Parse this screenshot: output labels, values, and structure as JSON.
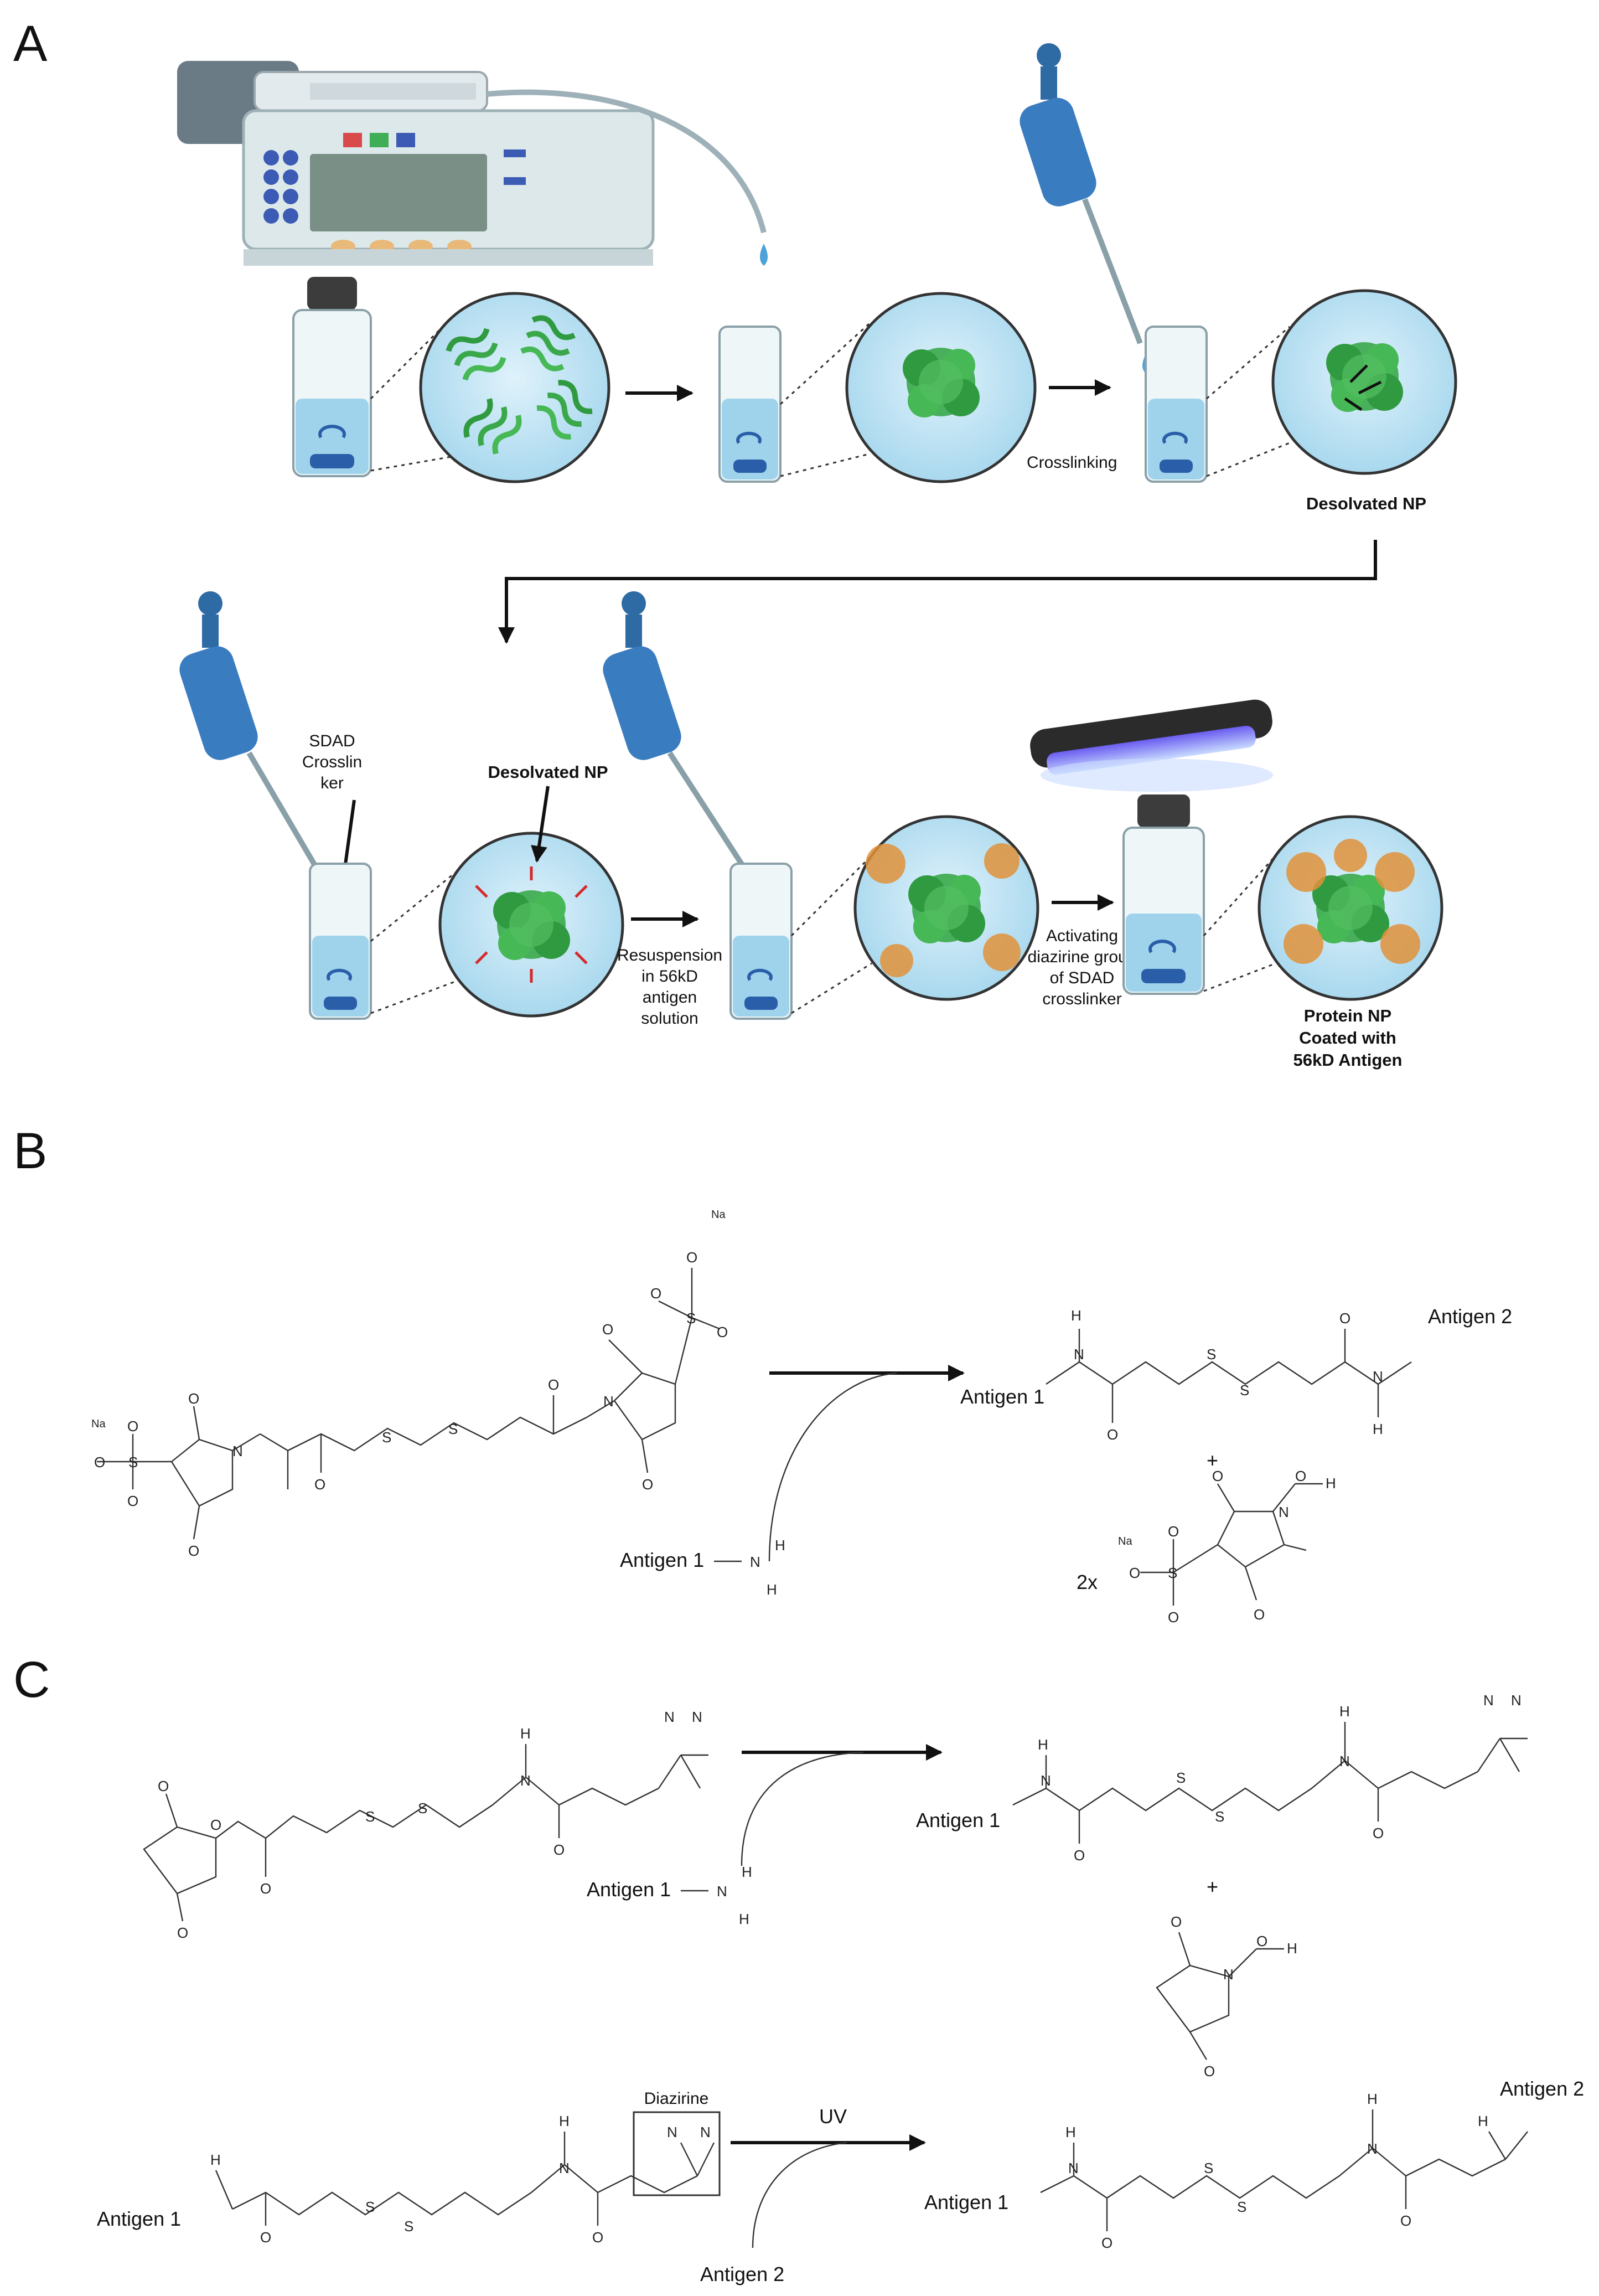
{
  "panels": {
    "a": "A",
    "b": "B",
    "c": "C"
  },
  "panel_a": {
    "crosslinking": "Crosslinking",
    "desolvated_np_1": "Desolvated NP",
    "sdad_crosslinker": [
      "SDAD",
      "Crosslin",
      "ker"
    ],
    "desolvated_np_2": "Desolvated NP",
    "resuspension": [
      "Resuspension",
      "in 56kD",
      "antigen",
      "solution"
    ],
    "activating": [
      "Activating",
      "diazirine group",
      "of SDAD",
      "crosslinker"
    ],
    "protein_np": [
      "Protein NP",
      "Coated with",
      "56kD Antigen"
    ]
  },
  "panel_b": {
    "reagent_amine": "Antigen 1",
    "product_left": "Antigen 1",
    "product_right": "Antigen 2",
    "plus": "+",
    "byproduct_mult": "2x",
    "atoms": {
      "na": "Na",
      "s": "S",
      "o": "O",
      "n": "N",
      "h": "H"
    }
  },
  "panel_c": {
    "reagent_amine": "Antigen 1",
    "product1_left": "Antigen 1",
    "plus": "+",
    "diazirine_label": "Diazirine",
    "uv": "UV",
    "start2_left": "Antigen 1",
    "antigen2_in": "Antigen 2",
    "product2_left": "Antigen 1",
    "product2_right": "Antigen 2"
  },
  "colors": {
    "ink": "#111111",
    "liquid": "#9fd3ec",
    "lens": "#bfe3f3",
    "pipette_blue": "#2e6aa3",
    "protein_green": "#3aa84a",
    "antigen_orange": "#e0923a",
    "crosslinker_red": "#d62a2a",
    "uv_violet": "#5a4bd1"
  }
}
